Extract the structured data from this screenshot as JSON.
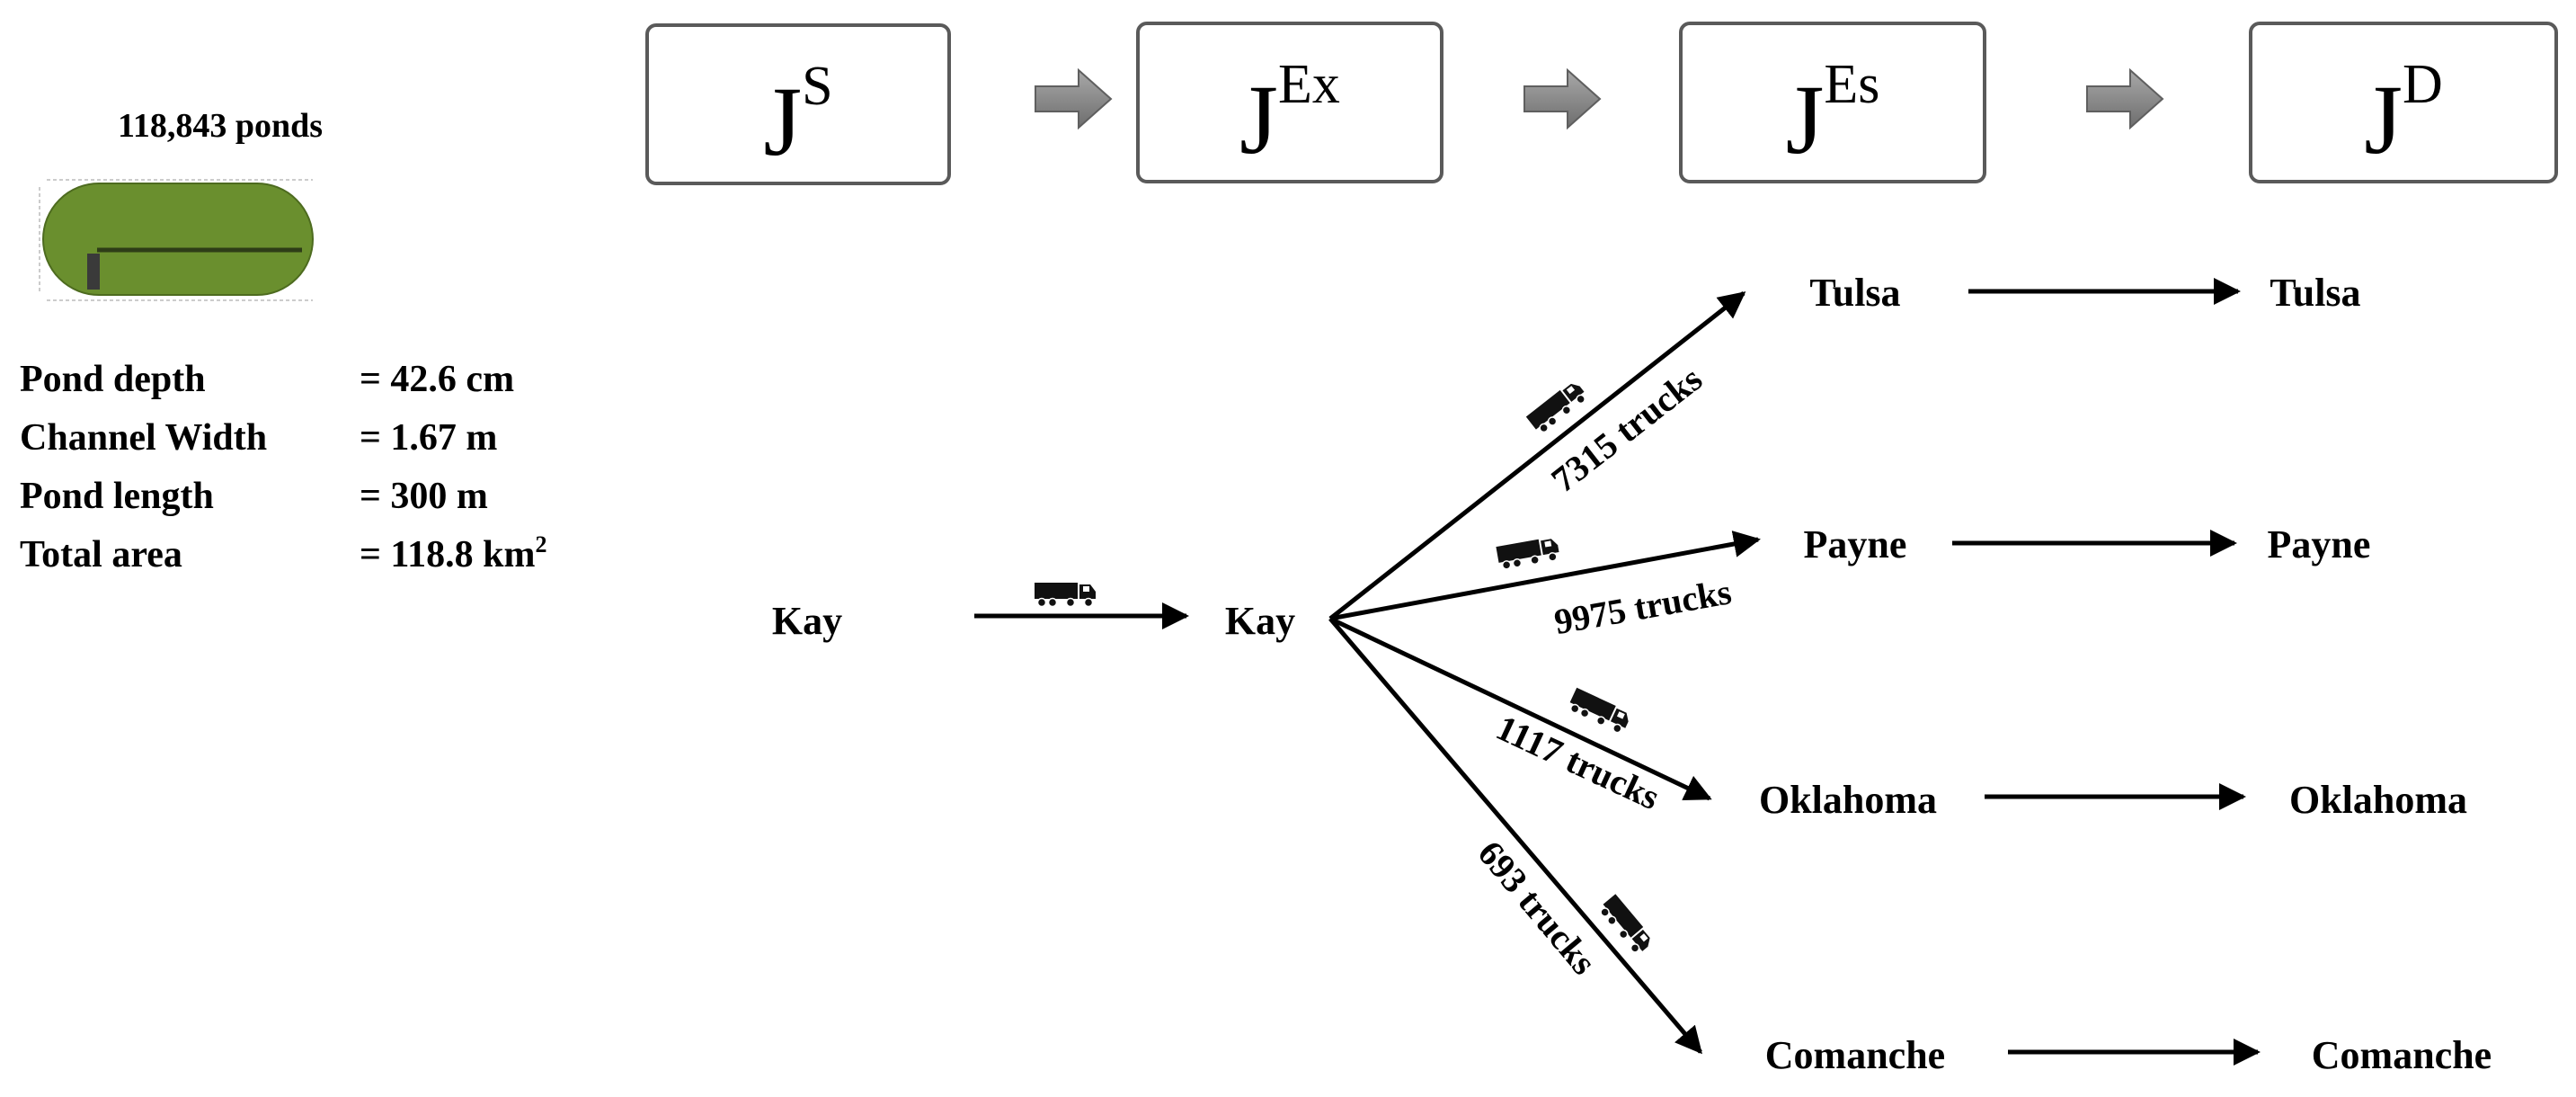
{
  "pond_info": {
    "count_label": "118,843 ponds",
    "specs": [
      {
        "label": "Pond depth",
        "value": "= 42.6 cm"
      },
      {
        "label": "Channel Width",
        "value": "= 1.67 m"
      },
      {
        "label": "Pond length",
        "value": "= 300 m"
      },
      {
        "label": "Total area",
        "value": "= 118.8 km",
        "sup": "2"
      }
    ],
    "pond_color": "#6a8f2e"
  },
  "stages": [
    {
      "base": "J",
      "sup": "S"
    },
    {
      "base": "J",
      "sup": "Ex"
    },
    {
      "base": "J",
      "sup": "Es"
    },
    {
      "base": "J",
      "sup": "D"
    }
  ],
  "source_county": "Kay",
  "extraction_county": "Kay",
  "routes": [
    {
      "esterification": "Tulsa",
      "distribution": "Tulsa",
      "trucks_label": "7315 trucks"
    },
    {
      "esterification": "Payne",
      "distribution": "Payne",
      "trucks_label": "9975 trucks"
    },
    {
      "esterification": "Oklahoma",
      "distribution": "Oklahoma",
      "trucks_label": "1117 trucks"
    },
    {
      "esterification": "Comanche",
      "distribution": "Comanche",
      "trucks_label": "693 trucks"
    }
  ],
  "colors": {
    "box_border": "#5a5a5a",
    "flow_arrow": "#8c8c8c",
    "ink": "#000000"
  }
}
